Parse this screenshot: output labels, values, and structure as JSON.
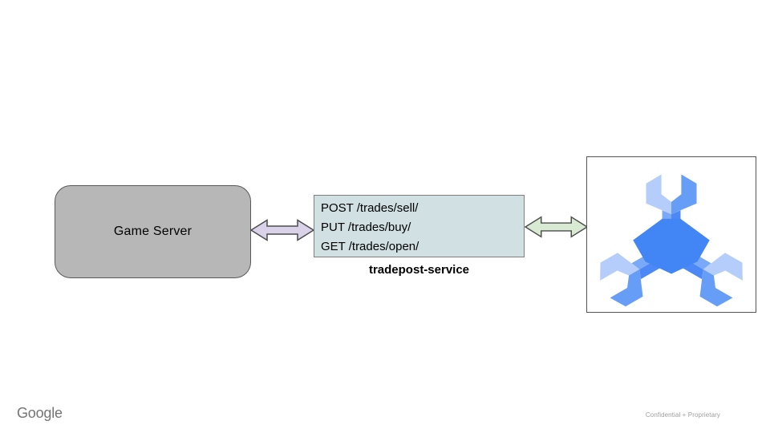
{
  "slide": {
    "background": "#ffffff"
  },
  "nodes": {
    "game_server": {
      "label": "Game Server",
      "fill": "#b7b7b7",
      "border": "#595959"
    },
    "service_box": {
      "lines": [
        "POST /trades/sell/",
        "PUT /trades/buy/",
        "GET /trades/open/"
      ],
      "fill": "#d0e0e3",
      "border": "#7f7f7f"
    },
    "service_label": "tradepost-service",
    "spanner": {
      "icon": "cloud-spanner-logo",
      "frame_border": "#555555",
      "colors": {
        "jaw_light": "#b5cdfa",
        "jaw_medium": "#669df6",
        "shaft_light": "#7aa9f8",
        "shaft_dark": "#4c89f6",
        "center_dark": "#4285f4"
      }
    }
  },
  "arrows": {
    "left": {
      "type": "double-headed",
      "fill": "#d9d2e9",
      "stroke": "#4d4d4d"
    },
    "right": {
      "type": "double-headed",
      "fill": "#d9ead3",
      "stroke": "#4d4d4d"
    }
  },
  "footer": {
    "brand": "Google",
    "note": "Confidential + Proprietary"
  }
}
